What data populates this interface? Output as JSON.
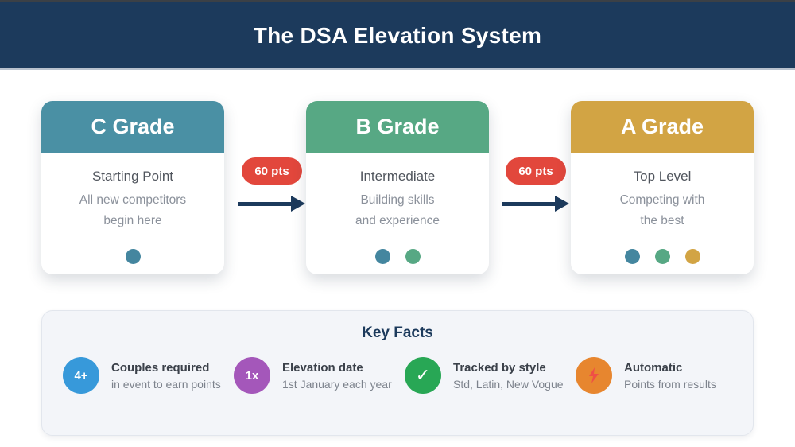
{
  "header": {
    "title": "The DSA Elevation System"
  },
  "grades": [
    {
      "name": "C Grade",
      "subtitle": "Starting Point",
      "description_line1": "All new competitors",
      "description_line2": "begin here",
      "color": "#4a90a4",
      "dots": [
        "#44869f"
      ]
    },
    {
      "name": "B Grade",
      "subtitle": "Intermediate",
      "description_line1": "Building skills",
      "description_line2": "and experience",
      "color": "#57a884",
      "dots": [
        "#44869f",
        "#57a884"
      ]
    },
    {
      "name": "A Grade",
      "subtitle": "Top Level",
      "description_line1": "Competing with",
      "description_line2": "the best",
      "color": "#d2a444",
      "dots": [
        "#44869f",
        "#57a884",
        "#d2a444"
      ]
    }
  ],
  "connectors": [
    {
      "badge": "60 pts",
      "badge_color": "#e2473c",
      "arrow_color": "#1c3a5c"
    },
    {
      "badge": "60 pts",
      "badge_color": "#e2473c",
      "arrow_color": "#1c3a5c"
    }
  ],
  "key_facts": {
    "title": "Key Facts",
    "items": [
      {
        "icon": "couples-count-icon",
        "icon_label": "4+",
        "icon_color": "#3799da",
        "title": "Couples required",
        "subtitle": "in event to earn points"
      },
      {
        "icon": "frequency-icon",
        "icon_label": "1x",
        "icon_color": "#a457ba",
        "title": "Elevation date",
        "subtitle": "1st January each year"
      },
      {
        "icon": "checkmark-icon",
        "icon_label": "✓",
        "icon_color": "#28a755",
        "title": "Tracked by style",
        "subtitle": "Std, Latin, New Vogue"
      },
      {
        "icon": "lightning-icon",
        "icon_label": "",
        "icon_color": "#e7862f",
        "title": "Automatic",
        "subtitle": "Points from results"
      }
    ]
  },
  "colors": {
    "banner_navy": "#1c3a5c",
    "divider": "#b8c1cd",
    "panel_bg": "#f3f5f9",
    "panel_border": "#e2e6ed",
    "lightning_red": "#ef4f46"
  }
}
